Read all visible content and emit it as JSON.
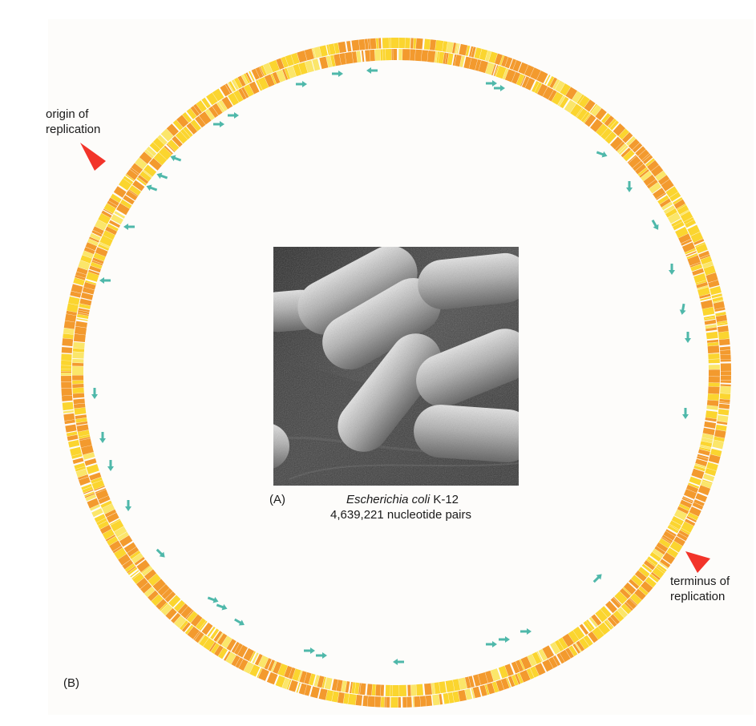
{
  "labels": {
    "origin_line1": "origin of",
    "origin_line2": "replication",
    "terminus_line1": "terminus of",
    "terminus_line2": "replication",
    "panel_a": "(A)",
    "panel_b": "(B)"
  },
  "caption": {
    "species": "Escherichia coli",
    "strain": "K-12",
    "genome_size": "4,639,221 nucleotide pairs"
  },
  "colors": {
    "gene_orange": "#f39a2e",
    "gene_yellow": "#fbd52f",
    "gene_light_yellow": "#fbe66a",
    "rna_teal": "#4fb8aa",
    "marker_red": "#f2342a",
    "background": "#fdfcfa"
  },
  "icons": {
    "origin_marker": "red-triangle-icon",
    "terminus_marker": "red-triangle-icon",
    "rna_gene_marker": "teal-arrow-icon"
  }
}
